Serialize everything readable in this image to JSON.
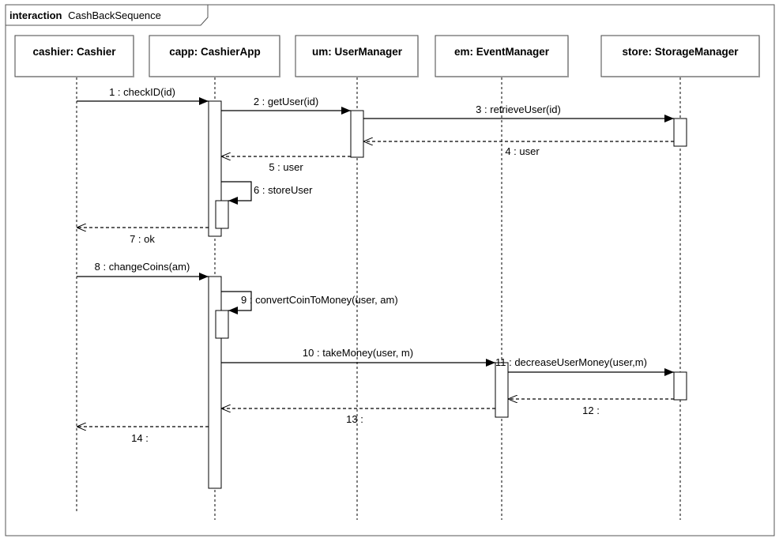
{
  "frame": {
    "keyword": "interaction",
    "name": "CashBackSequence"
  },
  "lifelines": [
    {
      "id": "cashier",
      "label": "cashier: Cashier"
    },
    {
      "id": "capp",
      "label": "capp: CashierApp"
    },
    {
      "id": "um",
      "label": "um: UserManager"
    },
    {
      "id": "em",
      "label": "em: EventManager"
    },
    {
      "id": "store",
      "label": "store: StorageManager"
    }
  ],
  "messages": [
    {
      "n": 1,
      "label": "1 : checkID(id)",
      "from": "cashier",
      "to": "capp",
      "kind": "sync"
    },
    {
      "n": 2,
      "label": "2 : getUser(id)",
      "from": "capp",
      "to": "um",
      "kind": "sync"
    },
    {
      "n": 3,
      "label": "3 : retrieveUser(id)",
      "from": "um",
      "to": "store",
      "kind": "sync"
    },
    {
      "n": 4,
      "label": "4 : user",
      "from": "store",
      "to": "um",
      "kind": "return"
    },
    {
      "n": 5,
      "label": "5 : user",
      "from": "um",
      "to": "capp",
      "kind": "return"
    },
    {
      "n": 6,
      "label": "6 : storeUser",
      "from": "capp",
      "to": "capp",
      "kind": "self"
    },
    {
      "n": 7,
      "label": "7 : ok",
      "from": "capp",
      "to": "cashier",
      "kind": "return"
    },
    {
      "n": 8,
      "label": "8 : changeCoins(am)",
      "from": "cashier",
      "to": "capp",
      "kind": "sync"
    },
    {
      "n": 9,
      "label": "9 : convertCoinToMoney(user, am)",
      "from": "capp",
      "to": "capp",
      "kind": "self"
    },
    {
      "n": 10,
      "label": "10 : takeMoney(user, m)",
      "from": "capp",
      "to": "em",
      "kind": "sync"
    },
    {
      "n": 11,
      "label": "11 : decreaseUserMoney(user,m)",
      "from": "em",
      "to": "store",
      "kind": "sync"
    },
    {
      "n": 12,
      "label": "12 :",
      "from": "store",
      "to": "em",
      "kind": "return"
    },
    {
      "n": 13,
      "label": "13 :",
      "from": "em",
      "to": "capp",
      "kind": "return"
    },
    {
      "n": 14,
      "label": "14 :",
      "from": "capp",
      "to": "cashier",
      "kind": "return"
    }
  ]
}
